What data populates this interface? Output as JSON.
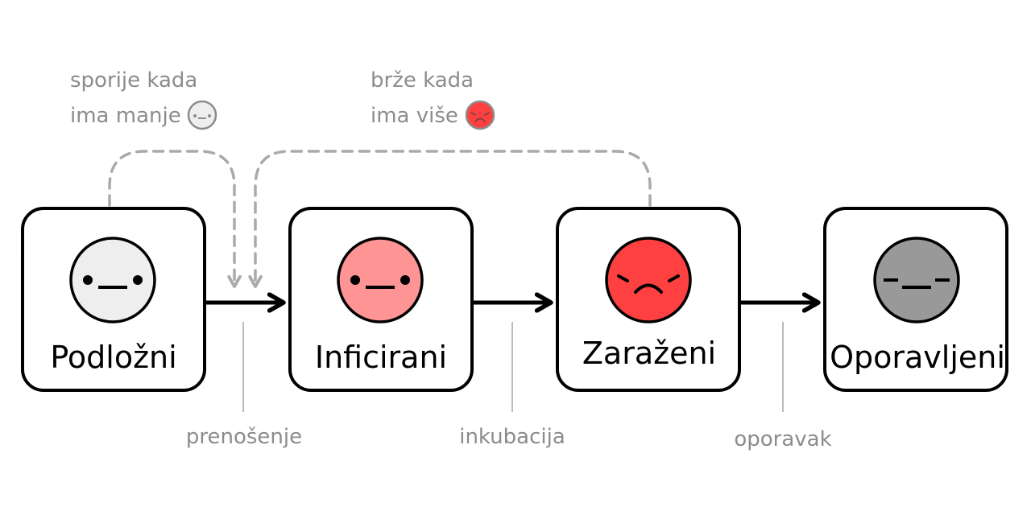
{
  "states": [
    {
      "label": "Podložni",
      "face": "neutral-face",
      "color": "#eeeeee"
    },
    {
      "label": "Inficirani",
      "face": "neutral-face",
      "color": "#ff9494"
    },
    {
      "label": "Zaraženi",
      "face": "sad-face",
      "color": "#ff4040"
    },
    {
      "label": "Oporavljeni",
      "face": "dashed-face",
      "color": "#999999"
    }
  ],
  "transitions": [
    {
      "label": "prenošenje"
    },
    {
      "label": "inkubacija"
    },
    {
      "label": "oporavak"
    }
  ],
  "notes": [
    {
      "line1": "sporije kada",
      "line2": "ima manje",
      "face": "neutral-face",
      "color": "#eeeeee"
    },
    {
      "line1": "brže kada",
      "line2": "ima više",
      "face": "sad-face",
      "color": "#ff4040"
    }
  ],
  "colors": {
    "stroke": "#000000",
    "muted": "#8c8c8c",
    "dashed": "#aaaaaa",
    "tick": "#bbbbbb"
  }
}
